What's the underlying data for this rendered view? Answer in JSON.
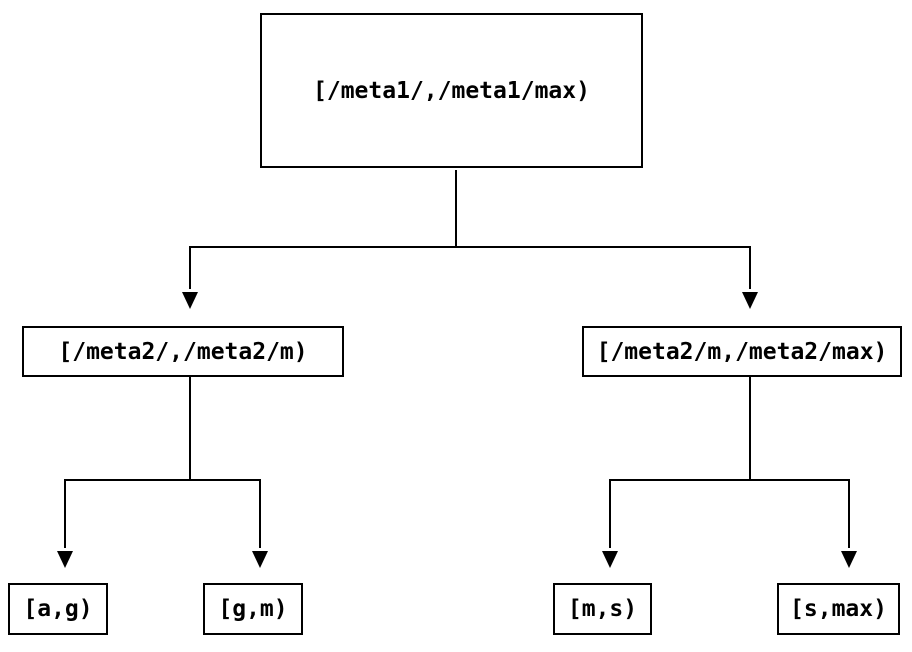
{
  "diagram": {
    "type": "binary-range-tree",
    "colors": {
      "background": "#ffffff",
      "box_fill": "#ffffff",
      "box_border": "#000000",
      "text": "#000000",
      "line": "#000000"
    },
    "nodes": {
      "root": {
        "label": "[/meta1/,/meta1/max)"
      },
      "left_child": {
        "label": "[/meta2/,/meta2/m)"
      },
      "right_child": {
        "label": "[/meta2/m,/meta2/max)"
      },
      "leaf_ag": {
        "label": "[a,g)"
      },
      "leaf_gm": {
        "label": "[g,m)"
      },
      "leaf_ms": {
        "label": "[m,s)"
      },
      "leaf_smax": {
        "label": "[s,max)"
      }
    },
    "edges": [
      {
        "from": "root",
        "to": "left_child"
      },
      {
        "from": "root",
        "to": "right_child"
      },
      {
        "from": "left_child",
        "to": "leaf_ag"
      },
      {
        "from": "left_child",
        "to": "leaf_gm"
      },
      {
        "from": "right_child",
        "to": "leaf_ms"
      },
      {
        "from": "right_child",
        "to": "leaf_smax"
      }
    ]
  }
}
